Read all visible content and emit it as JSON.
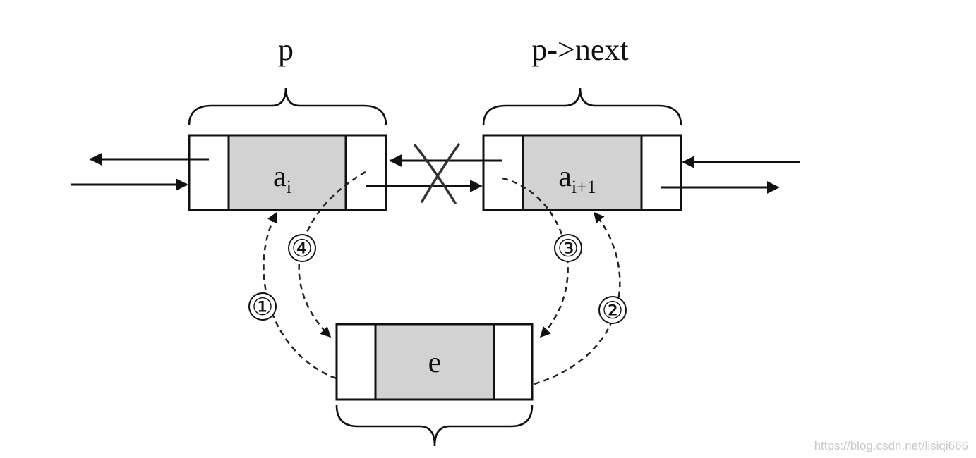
{
  "labels": {
    "p": "p",
    "p_next": "p->next",
    "node_ai_base": "a",
    "node_ai_sub": "i",
    "node_ai1_base": "a",
    "node_ai1_sub": "i+1",
    "node_e": "e"
  },
  "steps": {
    "one": "①",
    "two": "②",
    "three": "③",
    "four": "④"
  },
  "watermark": "https://blog.csdn.net/lisiqi666"
}
